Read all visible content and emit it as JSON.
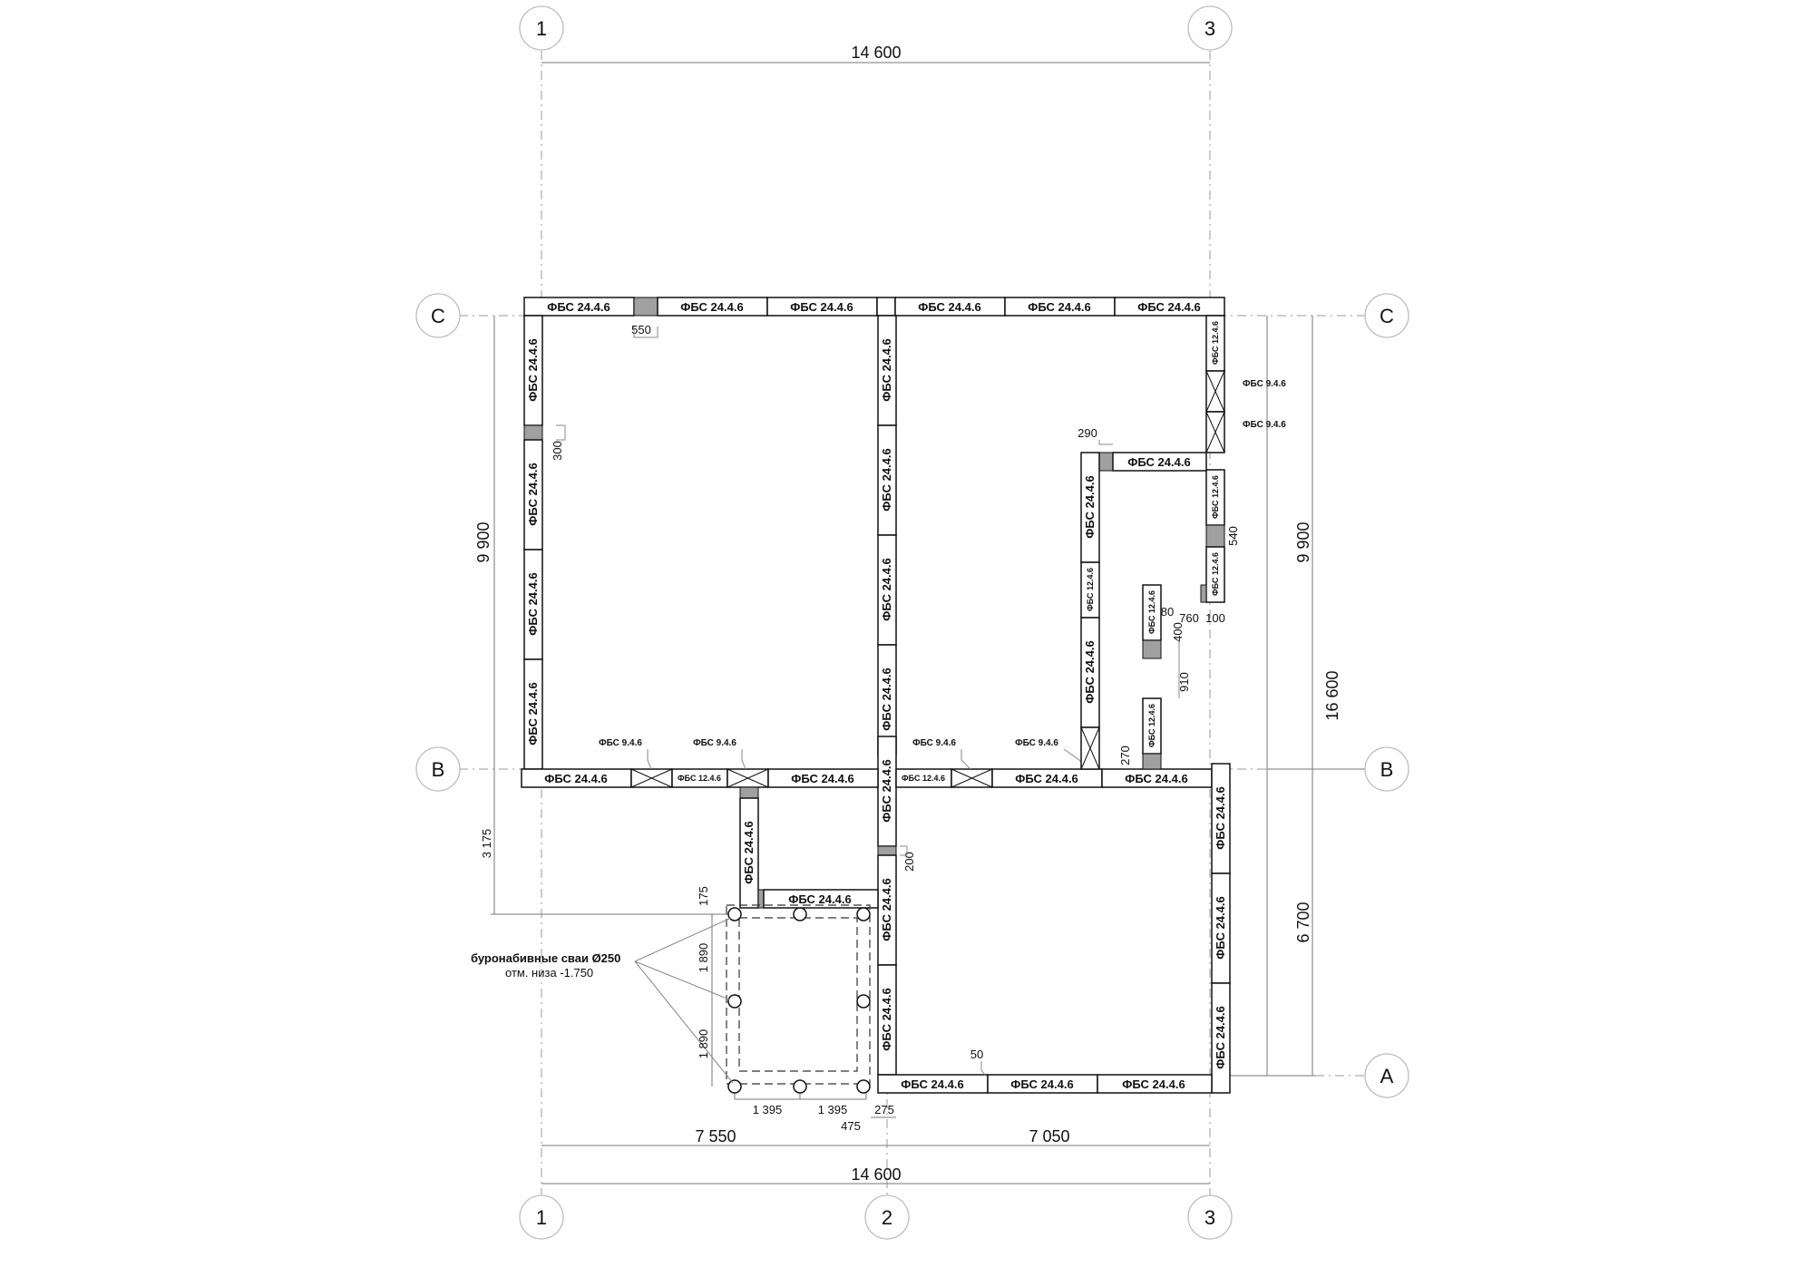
{
  "axes": {
    "top_1": "1",
    "top_3": "3",
    "bottom_1": "1",
    "bottom_2": "2",
    "bottom_3": "3",
    "left_c": "C",
    "left_b": "B",
    "right_c": "C",
    "right_b": "B",
    "right_a": "A"
  },
  "dimensions": {
    "top_total": "14 600",
    "bottom_total": "14 600",
    "bottom_left": "7 550",
    "bottom_right": "7 050",
    "left_9900": "9 900",
    "left_3175": "3 175",
    "right_9900": "9 900",
    "right_16600": "16 600",
    "right_6700": "6 700",
    "d550": "550",
    "d300": "300",
    "d290": "290",
    "d540": "540",
    "d80": "80",
    "d760": "760",
    "d100": "100",
    "d400": "400",
    "d910": "910",
    "d270": "270",
    "d200": "200",
    "d175": "175",
    "d1890a": "1 890",
    "d1890b": "1 890",
    "d1395a": "1 395",
    "d1395b": "1 395",
    "d275": "275",
    "d475": "475",
    "d50": "50"
  },
  "blocks": {
    "b24": "ФБС 24.4.6",
    "b12": "ФБС 12.4.6",
    "b9": "ФБС 9.4.6"
  },
  "note": {
    "title": "буронабивные сваи Ø250",
    "subtitle": "отм. низа -1.750"
  }
}
